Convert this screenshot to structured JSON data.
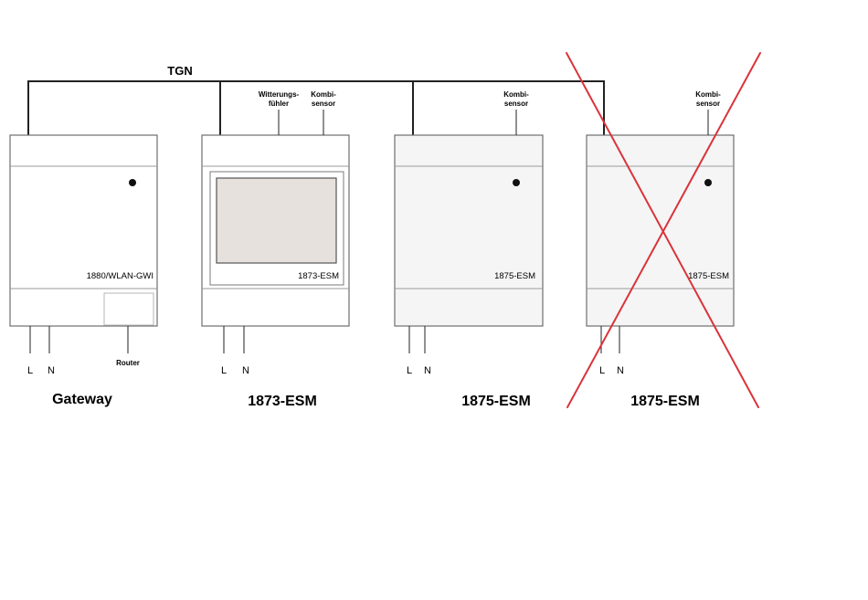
{
  "bus": {
    "label": "TGN"
  },
  "devices": [
    {
      "caption": "Gateway",
      "model_label": "1880/WLAN-GWI",
      "terminal_L": "L",
      "terminal_N": "N",
      "extra_terminal": "Router",
      "status": "active"
    },
    {
      "caption": "1873-ESM",
      "model_label": "1873-ESM",
      "terminal_L": "L",
      "terminal_N": "N",
      "sensors": [
        {
          "line1": "Witterungs-",
          "line2": "fühler"
        },
        {
          "line1": "Kombi-",
          "line2": "sensor"
        }
      ],
      "status": "active"
    },
    {
      "caption": "1875-ESM",
      "model_label": "1875-ESM",
      "terminal_L": "L",
      "terminal_N": "N",
      "sensors": [
        {
          "line1": "Kombi-",
          "line2": "sensor"
        }
      ],
      "status": "active"
    },
    {
      "caption": "1875-ESM",
      "model_label": "1875-ESM",
      "terminal_L": "L",
      "terminal_N": "N",
      "sensors": [
        {
          "line1": "Kombi-",
          "line2": "sensor"
        }
      ],
      "status": "crossed-out"
    }
  ],
  "colors": {
    "line": "#222222",
    "box_stroke": "#6e6e6e",
    "box_fill": "#f5f5f5",
    "display_fill": "#e6e1dc",
    "cross": "#d9343a"
  }
}
